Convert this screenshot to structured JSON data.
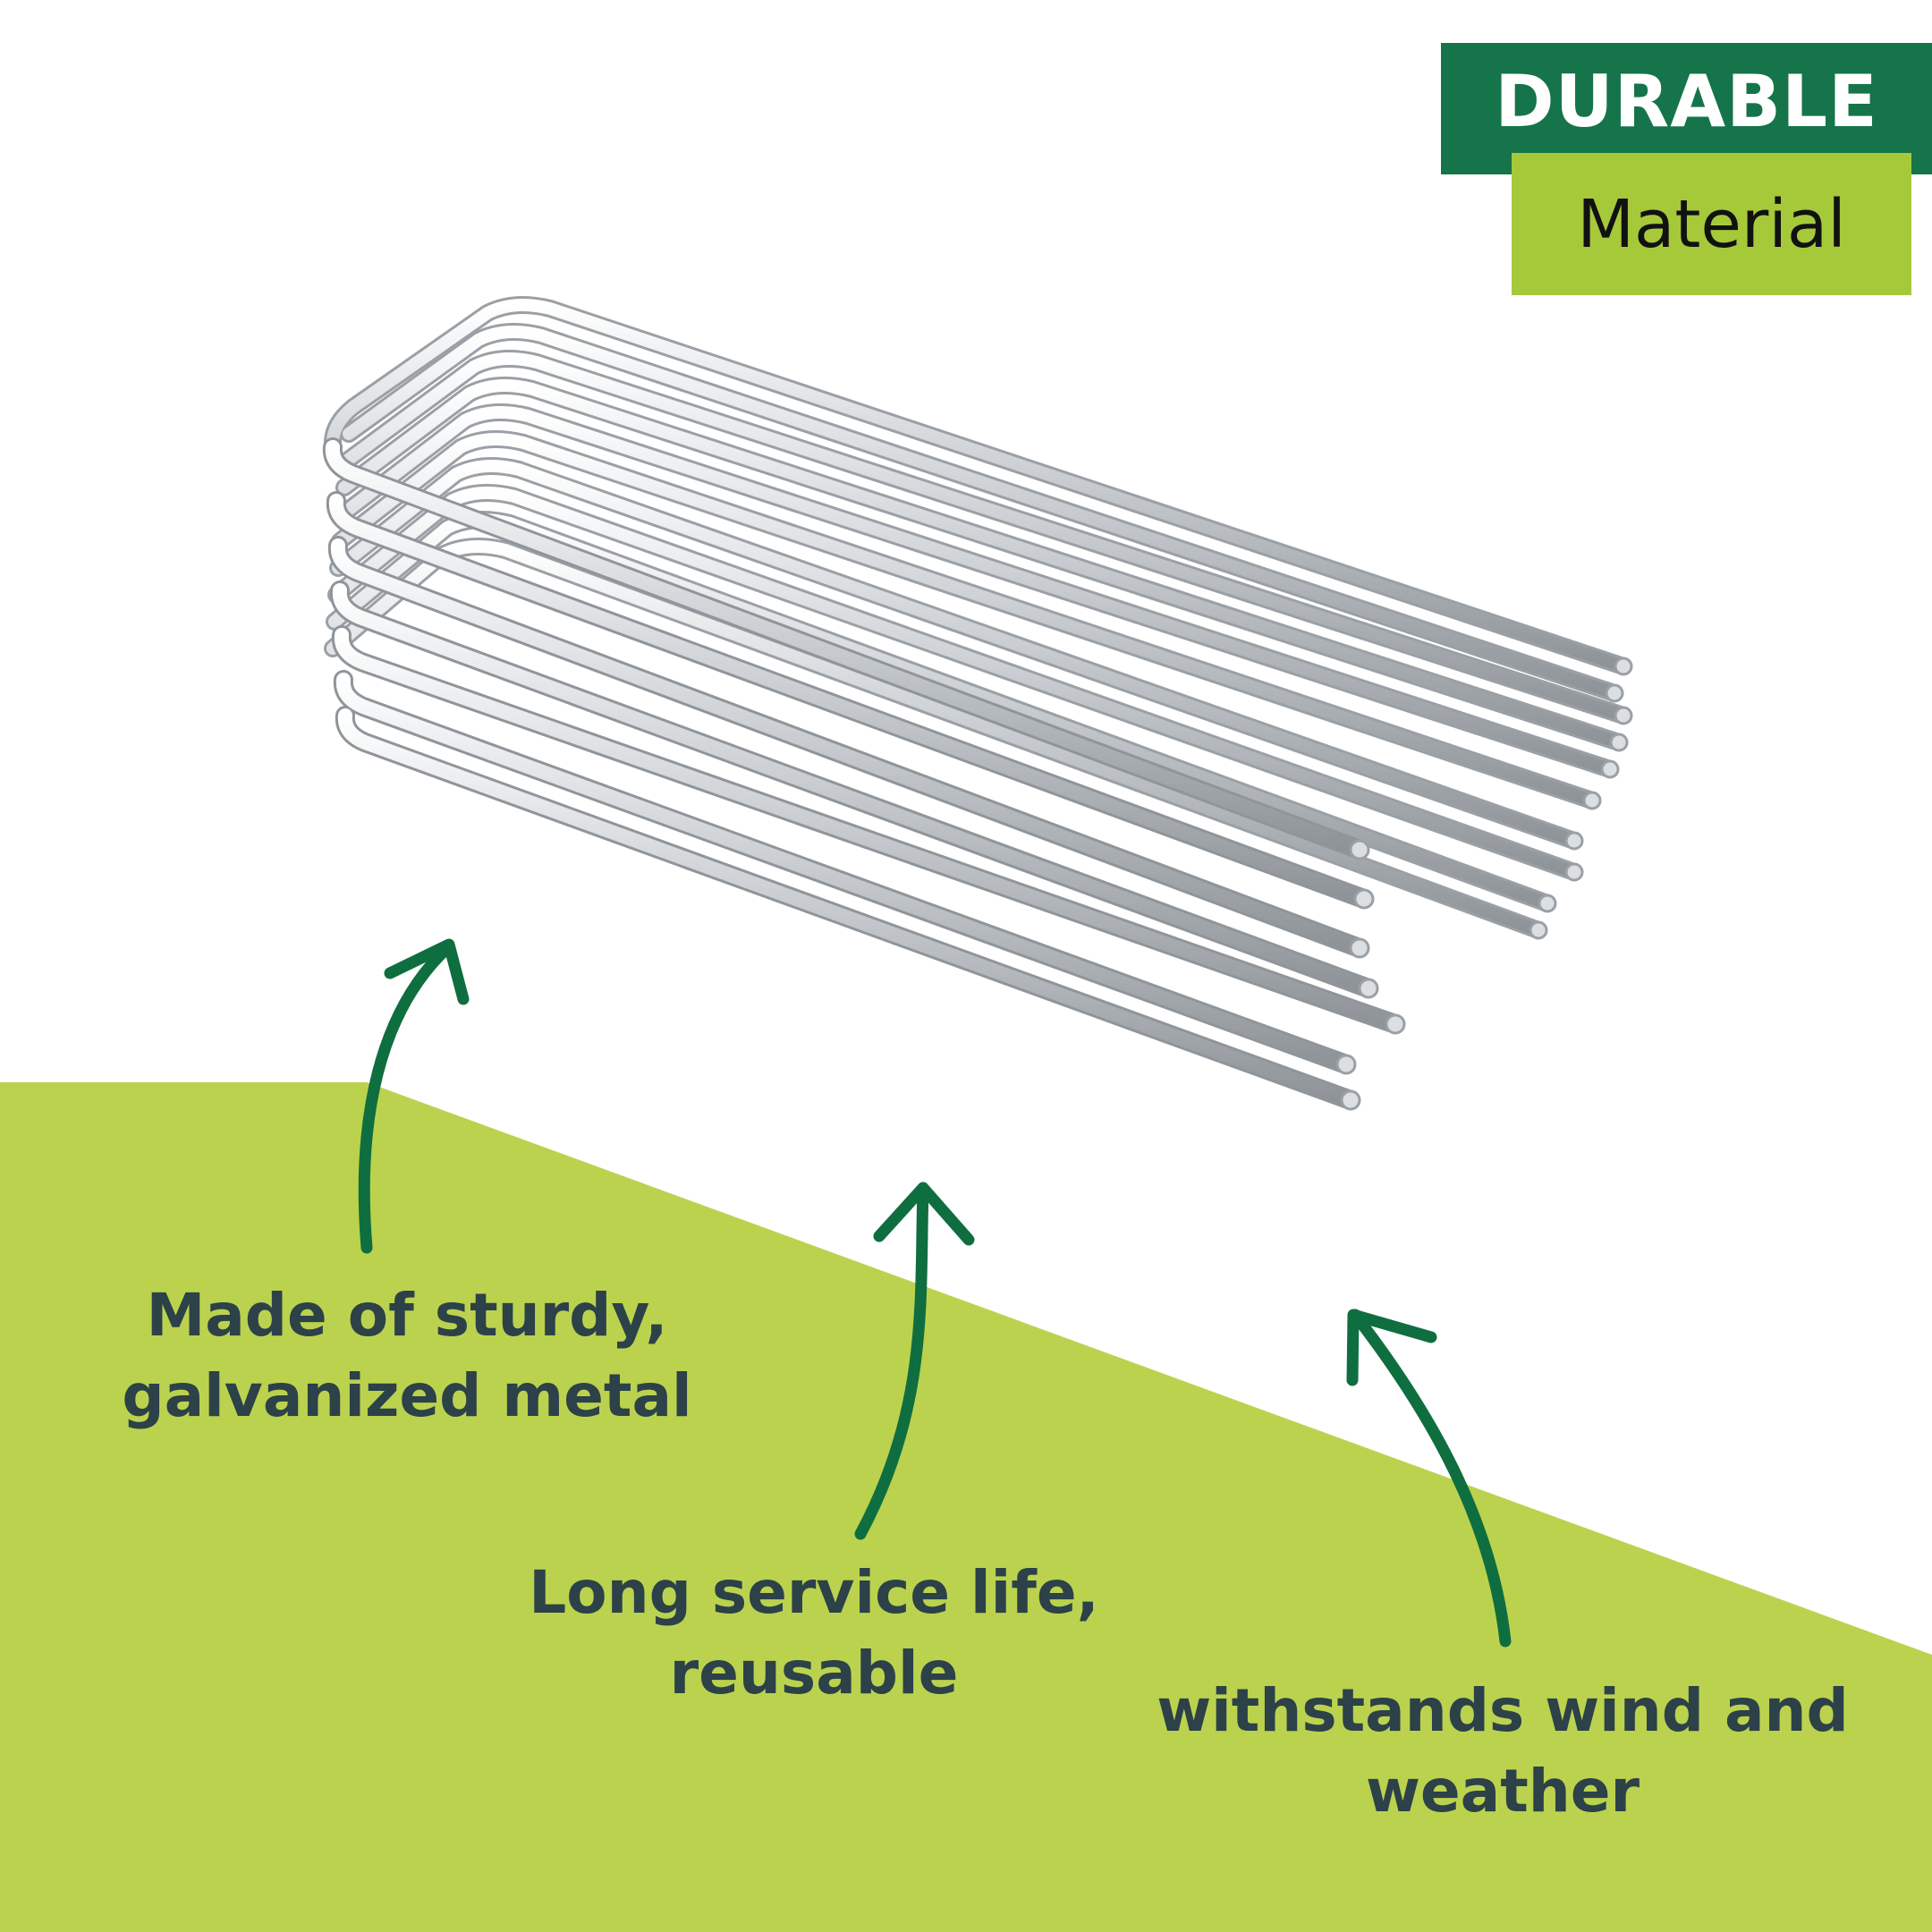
{
  "badge": {
    "title": "DURABLE",
    "subtitle": "Material"
  },
  "features": [
    {
      "line1": "Made of sturdy,",
      "line2": "galvanized metal"
    },
    {
      "line1": "Long service life,",
      "line2": "reusable"
    },
    {
      "line1": "withstands wind and",
      "line2": "weather"
    }
  ],
  "colors": {
    "dark_green": "#157449",
    "lime_badge": "#a6c93a",
    "lime_background": "#bbd24f",
    "arrow": "#0f6e3f",
    "text": "#2c4148",
    "metal": "#c4c8cc"
  },
  "icons": [
    "ground-stakes-product",
    "curved-arrow-icon"
  ]
}
